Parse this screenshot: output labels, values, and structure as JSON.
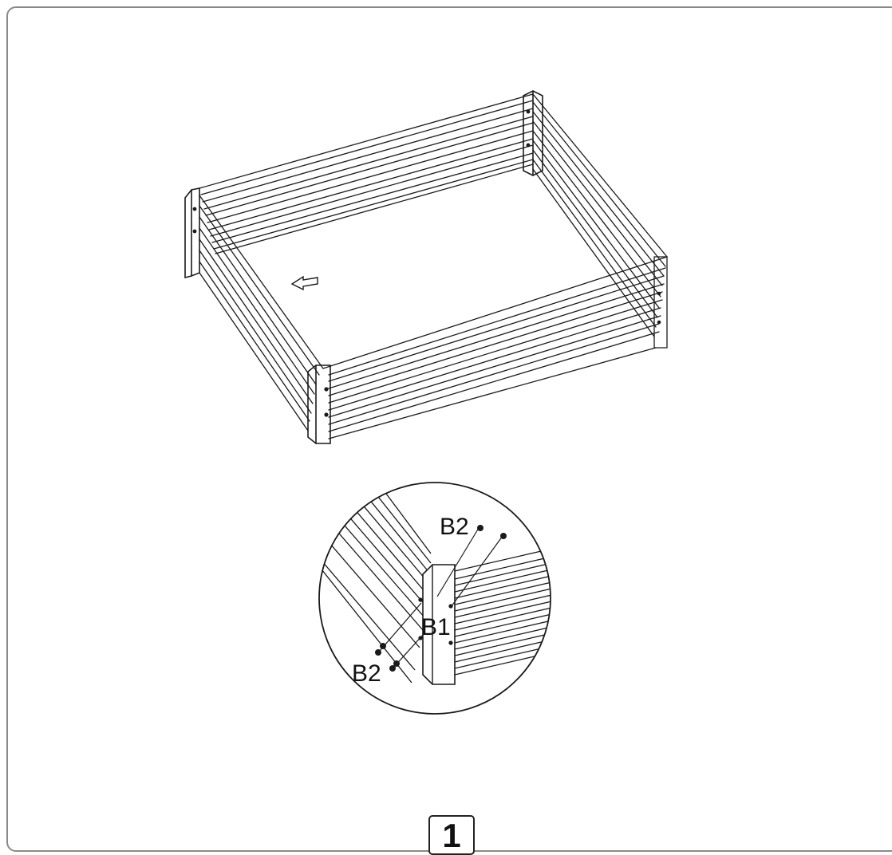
{
  "labels": {
    "b2_top": "B2",
    "b1": "B1",
    "b2_bottom": "B2"
  },
  "step_number": "1",
  "colors": {
    "line": "#1a1a1a",
    "frame": "#8a8a8a"
  }
}
